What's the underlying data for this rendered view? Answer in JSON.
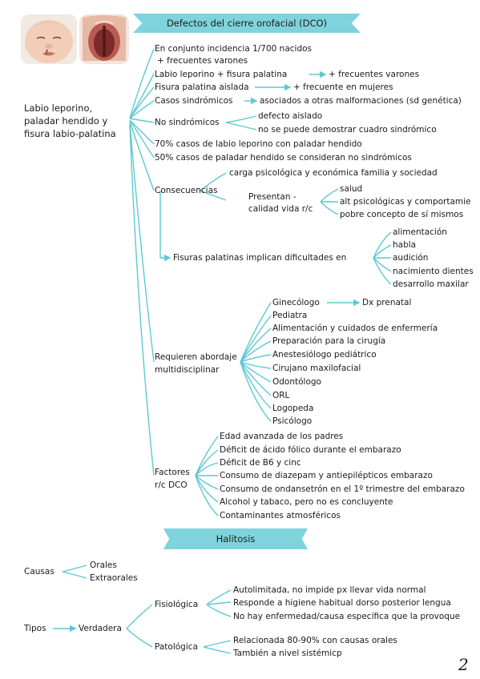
{
  "dco": {
    "title": "Defectos del cierre orofacial (DCO)",
    "root": "Labio leporino,\npaladar hendido y\nfisura labio-palatina",
    "l1": [
      "En conjunto incidencia 1/700 nacidos",
      "+ frecuentes varones",
      "Labio leporino + fisura palatina",
      "Fisura palatina aislada",
      "Casos sindrómicos",
      "No sindrómicos",
      "70% casos de labio leporino con paladar hendido",
      "50% casos de paladar hendido se consideran no sindrómicos",
      "Consecuencias",
      "Requieren abordaje\nmultidisciplinar",
      "Factores\nr/c DCO"
    ],
    "lp_fp_result": "+ frecuentes varones",
    "fpa_result": "+ frecuente en mujeres",
    "sindromicos_result": "asociados a otras malformaciones (sd genética)",
    "no_sindromicos": [
      "defecto aislado",
      "no se puede demostrar cuadro sindrómico"
    ],
    "consecuencias": {
      "carga": "carga psicológica y económica familia y sociedad",
      "presentan": "Presentan -\ncalidad vida r/c",
      "calidad": [
        "salud",
        "alt psicológicas y comportamie",
        "pobre concepto de sí mismos"
      ],
      "fisuras": "Fisuras palatinas implican dificultades en",
      "dificultades": [
        "alimentación",
        "habla",
        "audición",
        "nacimiento dientes",
        "desarrollo maxilar"
      ]
    },
    "multidisciplinar": [
      "Ginecólogo",
      "Pediatra",
      "Alimentación y cuidados de enfermería",
      "Preparación para la cirugía",
      "Anestesiólogo pediátrico",
      "Cirujano maxilofacial",
      "Odontólogo",
      "ORL",
      "Logopeda",
      "Psicólogo"
    ],
    "ginecologo_result": "Dx prenatal",
    "factores": [
      "Edad avanzada de los padres",
      "Déficit de ácido fólico durante el embarazo",
      "Déficit de B6 y cinc",
      "Consumo de diazepam y antiepilépticos embarazo",
      "Consumo de ondansetrón en el 1º trimestre del embarazo",
      "Alcohol y tabaco, pero no es concluyente",
      "Contaminantes atmosféricos"
    ]
  },
  "halitosis": {
    "title": "Halitosis",
    "causas": "Causas",
    "causas_items": [
      "Orales",
      "Extraorales"
    ],
    "tipos": "Tipos",
    "verdadera": "Verdadera",
    "fisiologica": "Fisiológica",
    "fisiologica_items": [
      "Autolimitada, no impide px llevar vida normal",
      "Responde a higiene habitual dorso posterior lengua",
      "No hay enfermedad/causa específica que la provoque"
    ],
    "patologica": "Patológica",
    "patologica_items": [
      "Relacionada 80-90% con causas orales",
      "También a nivel sistémicp"
    ]
  },
  "page_number": "2",
  "colors": {
    "accent": "#7fd3dc",
    "line": "#5cc9d2"
  }
}
